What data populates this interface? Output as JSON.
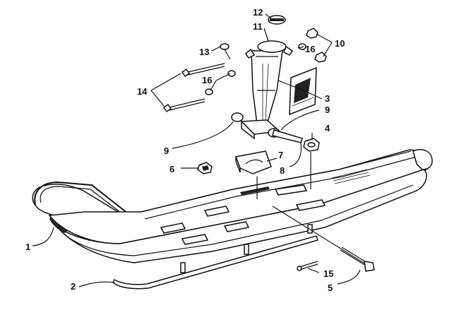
{
  "callouts": [
    {
      "id": "1",
      "text": "1"
    },
    {
      "id": "2",
      "text": "2"
    },
    {
      "id": "3",
      "text": "3"
    },
    {
      "id": "4",
      "text": "4"
    },
    {
      "id": "5",
      "text": "5"
    },
    {
      "id": "6",
      "text": "6"
    },
    {
      "id": "7",
      "text": "7"
    },
    {
      "id": "8",
      "text": "8"
    },
    {
      "id": "9a",
      "text": "9"
    },
    {
      "id": "9b",
      "text": "9"
    },
    {
      "id": "10",
      "text": "10"
    },
    {
      "id": "11",
      "text": "11"
    },
    {
      "id": "12",
      "text": "12"
    },
    {
      "id": "13",
      "text": "13"
    },
    {
      "id": "14",
      "text": "14"
    },
    {
      "id": "15",
      "text": "15"
    },
    {
      "id": "16a",
      "text": "16"
    },
    {
      "id": "16b",
      "text": "16"
    }
  ]
}
